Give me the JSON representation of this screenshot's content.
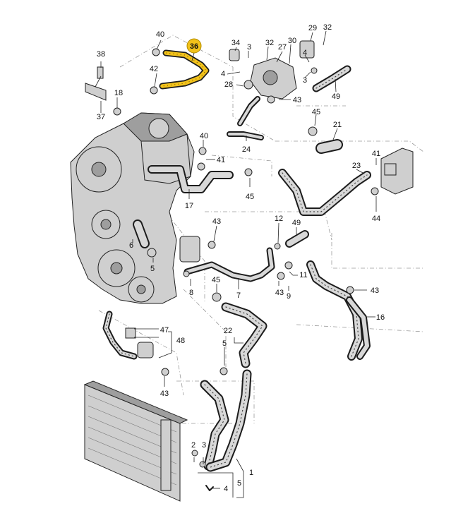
{
  "highlighted_part": "36",
  "colors": {
    "highlight": "#f2c21a",
    "line": "#1c1c1c",
    "part_fill": "#cfcfcf",
    "dashes": "#9a9a9a"
  },
  "labels": {
    "n1": "1",
    "n2": "2",
    "n3": "3",
    "n4": "4",
    "n5": "5",
    "n6": "6",
    "n7": "7",
    "n8": "8",
    "n9": "9",
    "n11": "11",
    "n12": "12",
    "n16": "16",
    "n17": "17",
    "n18": "18",
    "n21": "21",
    "n22": "22",
    "n23": "23",
    "n24": "24",
    "n27": "27",
    "n28": "28",
    "n29": "29",
    "n30": "30",
    "n32": "32",
    "n34": "34",
    "n36": "36",
    "n37": "37",
    "n38": "38",
    "n40": "40",
    "n41": "41",
    "n42": "42",
    "n43": "43",
    "n44": "44",
    "n45": "45",
    "n47": "47",
    "n48": "48",
    "n49": "49"
  }
}
